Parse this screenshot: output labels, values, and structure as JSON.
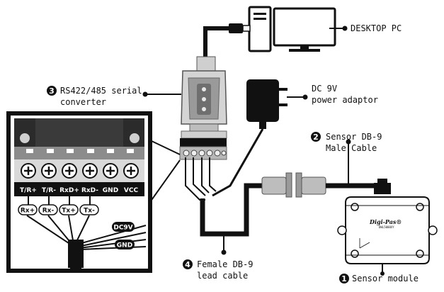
{
  "labels": {
    "desktop_pc": "DESKTOP PC",
    "converter_line1": "RS422/485 serial",
    "converter_line2": "converter",
    "converter_number": "3",
    "power_line1": "DC 9V",
    "power_line2": "power adaptor",
    "cable_line1": "Sensor DB-9",
    "cable_line2": "Male Cable",
    "cable_number": "2",
    "lead_line1": "Female DB-9",
    "lead_line2": "lead cable",
    "lead_number": "4",
    "sensor_module": "Sensor module",
    "sensor_number": "1"
  },
  "terminal_block": {
    "terminals": [
      "T/R+",
      "T/R-",
      "RxD+",
      "RxD-",
      "GND",
      "VCC"
    ],
    "wire_tags": [
      "Rx+",
      "Rx-",
      "Tx+",
      "Tx-"
    ],
    "dc_tag": "DC9V",
    "gnd_tag": "GND"
  },
  "sensor": {
    "brand": "Digi-Pas®",
    "model": "DWL5000XY"
  }
}
